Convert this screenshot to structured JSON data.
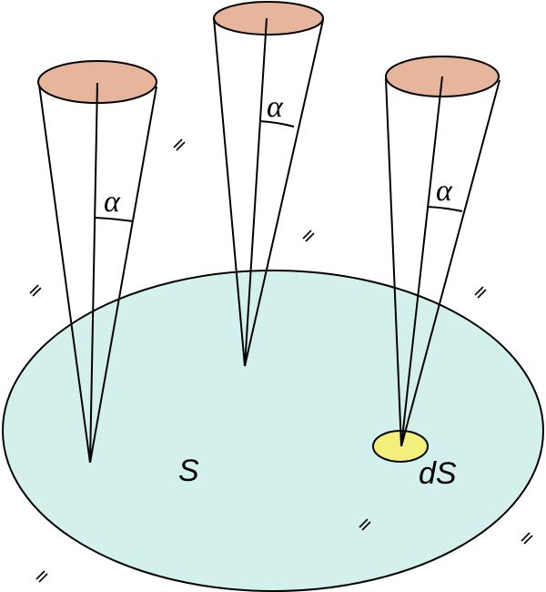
{
  "diagram": {
    "surface_label": "S",
    "element_label": "dS",
    "angle_label": "α",
    "colors": {
      "surface": "#d4f0ec",
      "cone_top": "#e6b59c",
      "element": "#f4ef7c",
      "stroke": "#000000"
    },
    "cones": [
      {
        "name": "left-cone",
        "angle": "α"
      },
      {
        "name": "middle-cone",
        "angle": "α"
      },
      {
        "name": "right-cone",
        "angle": "α"
      }
    ]
  }
}
